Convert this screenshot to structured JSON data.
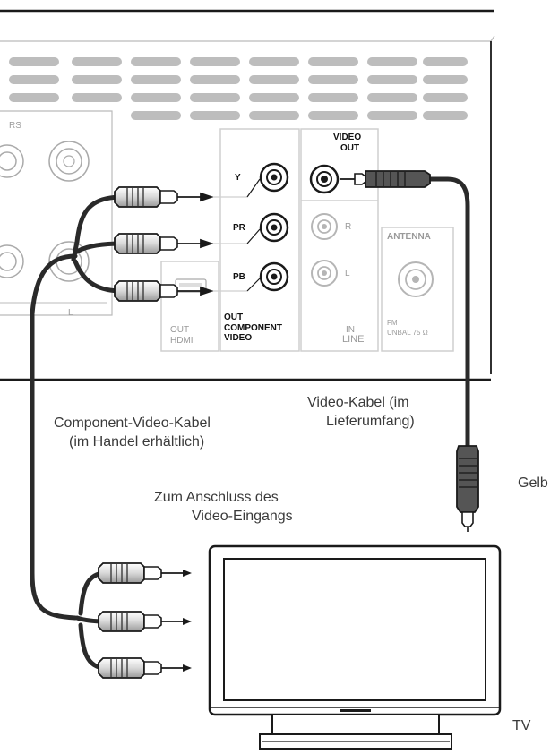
{
  "colors": {
    "line": "#1a1a1a",
    "cable": "#2a2a2a",
    "panel_gray": "#cfcfcf",
    "vent": "#bdbdbd",
    "label_gray": "#9a9a9a"
  },
  "rear_panel": {
    "speakers_label": "RS",
    "speakers_l_label": "L",
    "component": {
      "y_label": "Y",
      "pr_label": "PR",
      "pb_label": "PB",
      "out_label": "OUT",
      "title_line1": "COMPONENT",
      "title_line2": "VIDEO"
    },
    "video_out": {
      "line1": "VIDEO",
      "line2": "OUT"
    },
    "line_in": {
      "r_label": "R",
      "l_label": "L",
      "in_label": "IN",
      "line_label": "LINE"
    },
    "hdmi": {
      "out_label": "OUT",
      "hdmi_label": "HDMI"
    },
    "antenna": {
      "title": "ANTENNA",
      "fm_label": "FM",
      "unbal_label": "UNBAL 75 Ω"
    }
  },
  "captions": {
    "video_cable_line1": "Video-Kabel (im",
    "video_cable_line2": "Lieferumfang)",
    "component_cable_line1": "Component-Video-Kabel",
    "component_cable_line2": "(im Handel erhältlich)",
    "connect_line1": "Zum Anschluss des",
    "connect_line2": "Video-Eingangs",
    "yellow": "Gelb",
    "tv": "TV"
  },
  "icons": [
    "rca-jack-icon",
    "rca-plug-icon",
    "coax-antenna-icon",
    "hdmi-port-icon",
    "tv-icon"
  ]
}
